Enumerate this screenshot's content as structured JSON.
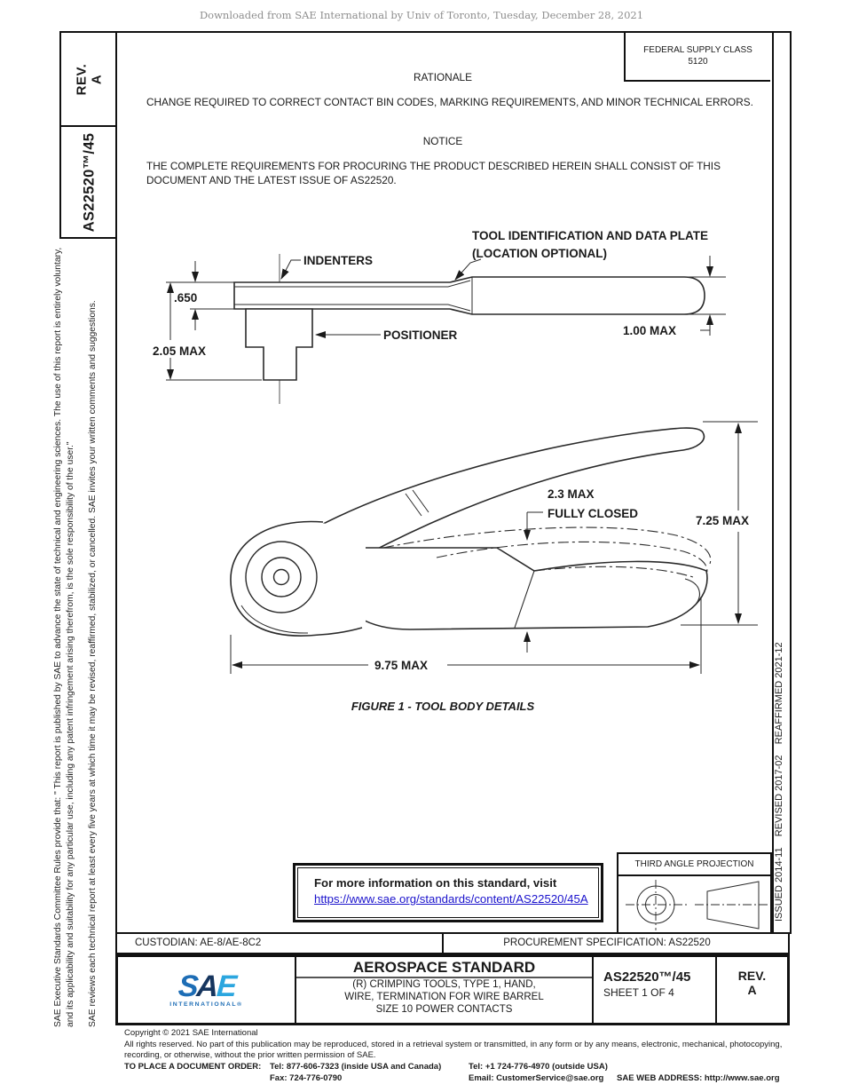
{
  "page": {
    "download_note": "Downloaded from SAE International by Univ of Toronto, Tuesday, December 28, 2021"
  },
  "sidebar_left": {
    "rev_label": "REV.",
    "rev_value": "A",
    "doc_number": "AS22520™/45",
    "disclaimer_1": "SAE Executive Standards Committee Rules provide that: \" This report is published by SAE to advance the state of technical and engineering sciences. The use of this report is entirely voluntary, and its applicability and suitability for any particular use, including any patent infringement arising therefrom, is the sole responsibility of the user.\"",
    "disclaimer_2": "SAE reviews each technical report at least every five years at which time it may be revised, reaffirmed, stabilized, or cancelled. SAE invites your written comments and suggestions."
  },
  "sidebar_right": {
    "history": "ISSUED 2014-11    REVISED 2017-02    REAFFIRMED 2021-12"
  },
  "header": {
    "federal_supply_class_label": "FEDERAL SUPPLY CLASS",
    "federal_supply_class_value": "5120"
  },
  "rationale": {
    "heading": "RATIONALE",
    "body": "CHANGE REQUIRED TO CORRECT CONTACT BIN CODES, MARKING REQUIREMENTS, AND MINOR TECHNICAL ERRORS."
  },
  "notice": {
    "heading": "NOTICE",
    "body": "THE COMPLETE REQUIREMENTS FOR PROCURING THE PRODUCT DESCRIBED HEREIN SHALL CONSIST OF THIS DOCUMENT AND THE LATEST ISSUE OF AS22520."
  },
  "figure1": {
    "caption": "FIGURE 1 - TOOL BODY DETAILS",
    "labels": {
      "indenters": "INDENTERS",
      "tool_id_line1": "TOOL IDENTIFICATION AND DATA PLATE",
      "tool_id_line2": "(LOCATION OPTIONAL)",
      "positioner": "POSITIONER"
    },
    "dimensions": {
      "head_height": ".650",
      "body_height": "2.05 MAX",
      "handle_width": "1.00 MAX",
      "closed_gap_line1": "2.3 MAX",
      "closed_gap_line2": "FULLY CLOSED",
      "tool_height": "7.25 MAX",
      "tool_length": "9.75 MAX"
    }
  },
  "info_box": {
    "line1": "For more information on this standard, visit",
    "link": "https://www.sae.org/standards/content/AS22520/45A"
  },
  "projection": {
    "label": "THIRD ANGLE PROJECTION"
  },
  "custodian_row": {
    "custodian": "CUSTODIAN: AE-8/AE-8C2",
    "procurement": "PROCUREMENT SPECIFICATION: AS22520"
  },
  "title_block": {
    "logo_s": "S",
    "logo_a": "A",
    "logo_e": "E",
    "logo_sub": "INTERNATIONAL®",
    "heading": "AEROSPACE STANDARD",
    "subtitle_line1": "(R) CRIMPING TOOLS, TYPE 1, HAND,",
    "subtitle_line2": "WIRE, TERMINATION FOR WIRE BARREL",
    "subtitle_line3": "SIZE 10 POWER CONTACTS",
    "doc_number": "AS22520™/45",
    "sheet": "SHEET 1 OF 4",
    "rev_label": "REV.",
    "rev_value": "A"
  },
  "footer": {
    "copyright": "Copyright © 2021 SAE International",
    "rights_line1": "All rights reserved. No part of this publication may be reproduced, stored in a retrieval system or transmitted, in any form or by any means, electronic, mechanical, photocopying,",
    "rights_line2": "recording, or otherwise, without the prior written permission of SAE.",
    "order_label": "TO PLACE A DOCUMENT ORDER:",
    "tel_inside": "Tel: 877-606-7323 (inside USA and Canada)",
    "tel_outside": "Tel: +1 724-776-4970 (outside USA)",
    "fax": "Fax: 724-776-0790",
    "email": "Email: CustomerService@sae.org",
    "web": "SAE WEB ADDRESS: http://www.sae.org"
  },
  "colors": {
    "link_blue": "#1a12cc",
    "logo_blue": "#1d6db5",
    "logo_navy": "#16355e",
    "logo_cyan": "#2ba6df",
    "line_black": "#1a1a1a"
  }
}
